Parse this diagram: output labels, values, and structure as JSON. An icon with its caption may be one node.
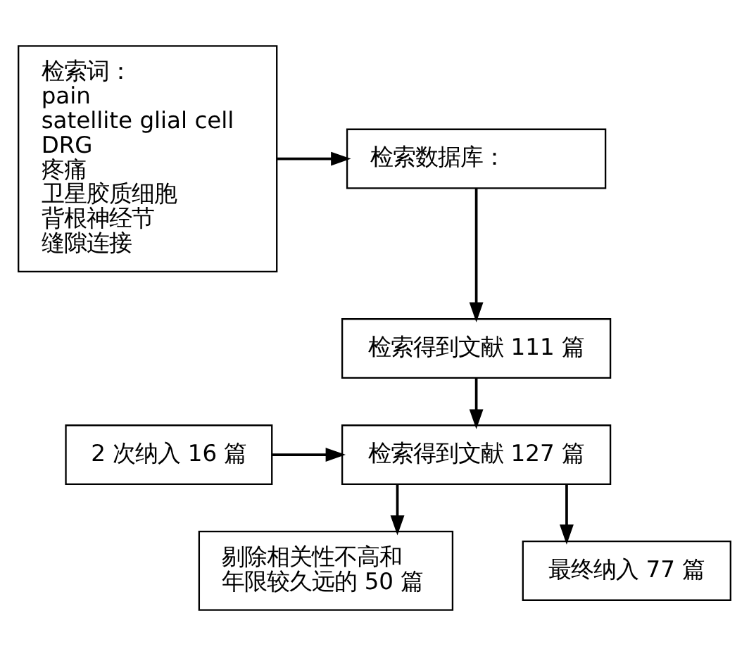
{
  "diagram": {
    "nodes": [
      {
        "text": [
          "检索词：",
          "pain",
          "satellite glial cell",
          "DRG",
          "疼痛",
          "卫星胶质细胞",
          "背根神经节",
          "缝隙连接"
        ]
      },
      {
        "text": [
          "检索数据库："
        ]
      },
      {
        "text": [
          "检索得到文献 111 篇"
        ]
      },
      {
        "text": [
          "2 次纳入 16 篇"
        ]
      },
      {
        "text": [
          "检索得到文献 127 篇"
        ]
      },
      {
        "text": [
          "剔除相关性不高和年限较久远的 50 篇"
        ]
      },
      {
        "text": [
          "最终纳入 77 篇"
        ]
      }
    ],
    "edges": [
      {
        "from": 0,
        "to": 1,
        "arrow": "to"
      },
      {
        "from": 1,
        "to": 2,
        "arrow": "to"
      },
      {
        "from": 2,
        "to": 4,
        "arrow": "to"
      },
      {
        "from": 3,
        "to": 4,
        "arrow": "to"
      },
      {
        "from": 4,
        "to": 5,
        "arrow": "to"
      },
      {
        "from": 4,
        "to": 6,
        "arrow": "to"
      }
    ]
  }
}
